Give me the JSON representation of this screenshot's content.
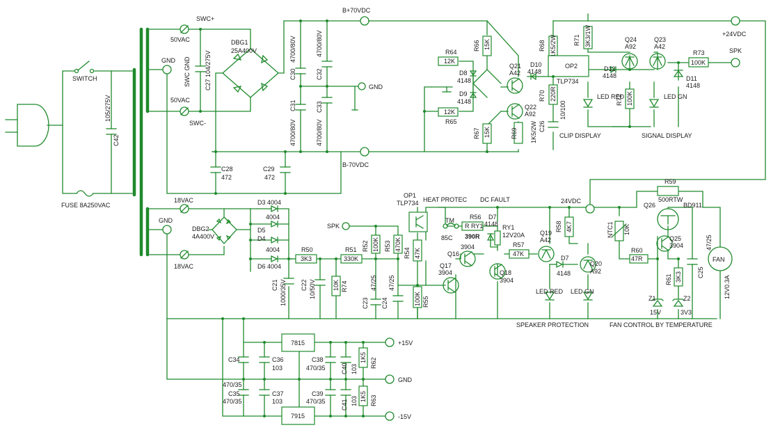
{
  "colors": {
    "wire": "#1f8a2c",
    "text": "#1a1a1a",
    "background": "#ffffff"
  },
  "labels": {
    "switch": "SWITCH",
    "fuse": "FUSE 8A250VAC",
    "c42_value": "105/275V",
    "c42_name": "C42",
    "swc_plus": "SWC+",
    "swc_minus": "SWC-",
    "swc_gnd": "SWC GND",
    "v50_top": "50VAC",
    "v50_bottom": "50VAC",
    "gnd_tr1": "GND",
    "c27": "C27  104/275V",
    "dbg1_name": "DBG1",
    "dbg1_value": "25A400V",
    "c30": "C30",
    "c30_value": "4700/80V",
    "c31": "C31",
    "c31_value": "4700/80V",
    "c32": "C32",
    "c32_value": "4700/80V",
    "c33": "C33",
    "c33_value": "4700/80V",
    "gnd_main": "GND",
    "c28": "C28",
    "c28_value": "472",
    "c29": "C29",
    "c29_value": "472",
    "bplus": "B+70VDC",
    "bminus": "B-70VDC",
    "r64": "R64",
    "r64_value": "12K",
    "r65": "R65",
    "r65_value": "12K",
    "r66": "R66",
    "r66_value": "15K",
    "r67": "R67",
    "r67_value": "15K",
    "d8": "D8",
    "d8_value": "4148",
    "d9": "D9",
    "d9_value": "4148",
    "q21": "Q21",
    "q21_value": "A42",
    "q22": "Q22",
    "q22_value": "A92",
    "r69": "R69",
    "r69_value": "1K5/2W",
    "r68": "R68",
    "r68_value": "1K5/2W",
    "d10": "D10",
    "d10_value": "4148",
    "op2": "OP2",
    "tlp734_a": "TLP734",
    "r70": "R70",
    "r70_value": "220R",
    "c26": "C26",
    "c26_value": "10/100",
    "r71": "R71",
    "r71_value": "3K3/1W",
    "led_red_clip": "LED RED",
    "clip_display": "CLIP DISPLAY",
    "d12": "D12",
    "d12_value": "4148",
    "q24": "Q24",
    "q24_value": "A92",
    "r72": "R72",
    "r72_value": "100K",
    "q23": "Q23",
    "q23_value": "A42",
    "led_gn_signal": "LED GN",
    "signal_display": "SIGNAL DISPLAY",
    "r73": "R73",
    "r73_value": "100K",
    "d11": "D11",
    "d11_value": "4148",
    "spk": "SPK",
    "v24_out": "+24VDC",
    "v18_top": "18VAC",
    "v18_bottom": "18VAC",
    "gnd_tr2": "GND",
    "dbg2_name": "DBG2",
    "dbg2_value": "4A400V",
    "d3": "D3  4004",
    "d5": "D5",
    "d5_value": "4004",
    "d4": "D4",
    "d4_value": "4004",
    "d6": "D6  4004",
    "r50": "R50",
    "r50_value": "3K3",
    "c21": "C21",
    "c21_value": "1000/35V",
    "c22": "C22",
    "c22_value": "10/50V",
    "r74": "R74",
    "r74_value": "10K",
    "r51": "R51",
    "r51_value": "330K",
    "spk_in": "SPK",
    "r52": "R52",
    "r52_value": "100K",
    "r53": "R53",
    "r53_value": "470K",
    "c23": "C23",
    "c23_value": "47/25",
    "c24": "C24",
    "c24_value": "47/25",
    "op1": "OP1",
    "op1_value": "TLP734",
    "r54": "R54",
    "r54_value": "47K",
    "r55": "R55",
    "r55_value": "100K",
    "q17": "Q17",
    "q17_value": "3904",
    "q16": "Q16",
    "q16_value": "3904",
    "heat_protec": "HEAT PROTEC",
    "tm": "TM",
    "tm_value": "85C",
    "dc_fault": "DC FAULT",
    "r56": "R56",
    "r56_value": "390R",
    "r_ry1": "R  RY1",
    "d7a": "D7",
    "d7a_value": "4148",
    "ry1": "RY1",
    "ry1_value": "12V20A",
    "q18": "Q18",
    "q18_value": "3904",
    "r57": "R57",
    "r57_value": "47K",
    "v24_mid": "24VDC",
    "r58": "R58",
    "r58_value": "4K7",
    "q19": "Q19",
    "q19_value": "A42",
    "d7b": "D7",
    "d7b_value": "4148",
    "q20": "Q20",
    "q20_value": "A92",
    "led_red_spk": "LED RED",
    "led_gn_spk": "LED GN",
    "speaker_protection": "SPEAKER PROTECTION",
    "r59": "R59",
    "r59_value": "500RTW",
    "q26": "Q26",
    "q26_value": "BD911",
    "ntc1": "NTC1",
    "ntc1_value": "10K",
    "q25": "Q25",
    "q25_value": "3904",
    "r60": "R60",
    "r60_value": "47R",
    "r61": "R61",
    "r61_value": "3K3",
    "z1": "Z1",
    "z1_value": "15V",
    "z2": "Z2",
    "z2_value": "3V3",
    "c25": "C25",
    "c25_value": "47/25",
    "fan": "FAN",
    "fan_value": "12V0.3A",
    "fan_control": "FAN CONTROL BY TEMPERATURE",
    "reg_7815": "7815",
    "reg_7915": "7915",
    "c34": "C34",
    "c35": "C35",
    "c34_c35_value": "470/35",
    "c35_value": "470/35",
    "c36": "C36",
    "c36_value": "103",
    "c37": "C37",
    "c37_value": "103",
    "c38": "C38",
    "c38_value": "470/35",
    "c39": "C39",
    "c39_value": "470/35",
    "c40": "C40",
    "c40_value": "103",
    "c41": "C41",
    "c41_value": "103",
    "r62": "R62",
    "r62_value": "1K5",
    "r63": "R63",
    "r63_value": "1K5",
    "p15": "+15V",
    "gnd_psu": "GND",
    "m15": "-15V"
  }
}
